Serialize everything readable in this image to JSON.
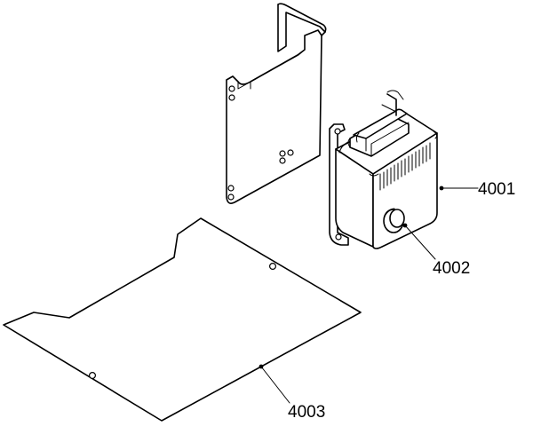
{
  "parts": [
    {
      "id": "part-4001",
      "label": "4001"
    },
    {
      "id": "part-4002",
      "label": "4002"
    },
    {
      "id": "part-4003",
      "label": "4003"
    }
  ]
}
